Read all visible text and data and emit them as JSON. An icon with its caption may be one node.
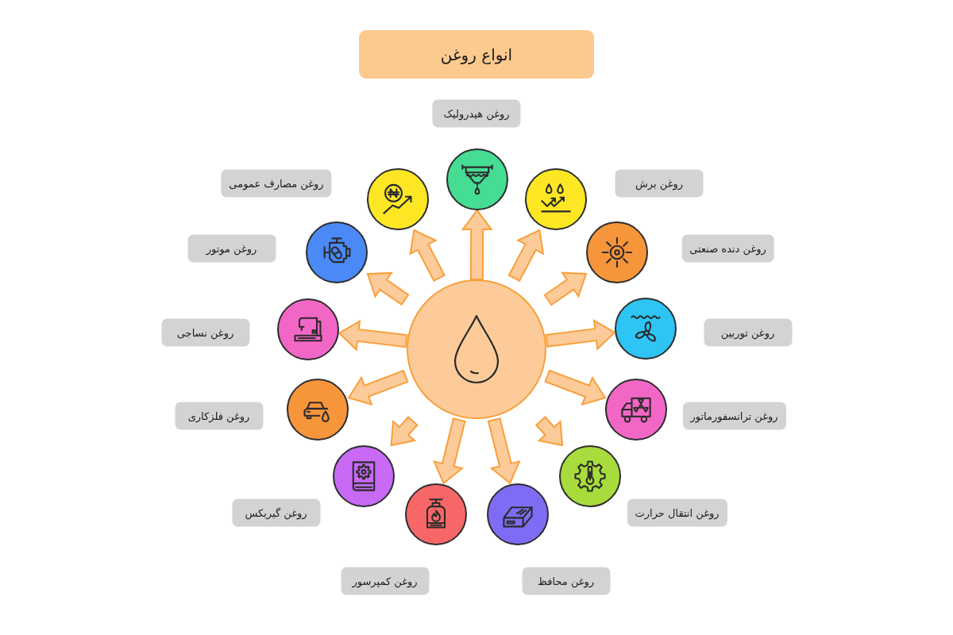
{
  "diagram": {
    "title": "انواع روغن",
    "nodes": [
      {
        "text": [],
        "shape": "circle"
      },
      {
        "text": [],
        "shape": "circle"
      },
      {
        "text": [
          "روغن هیدرولیک"
        ]
      },
      {
        "text": [],
        "shape": "circle"
      },
      {
        "text": [
          "روغن مصارف عمومی"
        ]
      },
      {
        "text": [],
        "shape": "circle"
      },
      {
        "text": [
          "روغن برش"
        ]
      },
      {
        "text": [],
        "shape": "circle"
      },
      {
        "text": [
          "روغن موتور"
        ]
      },
      {
        "text": [],
        "shape": "circle"
      },
      {
        "text": [
          "روغن دنده صنعتی"
        ]
      },
      {
        "text": [],
        "shape": "circle"
      },
      {
        "text": [
          "روغن نساجی"
        ]
      },
      {
        "text": [],
        "shape": "circle"
      },
      {
        "text": [
          "روغن توربین"
        ]
      },
      {
        "text": [],
        "shape": "circle"
      },
      {
        "text": [
          "روغن فلزکاری"
        ]
      },
      {
        "text": [],
        "shape": "circle"
      },
      {
        "text": [
          "روغن ترانسفورماتور"
        ]
      },
      {
        "text": [],
        "shape": "circle"
      },
      {
        "text": [
          "روغن گیربکس"
        ]
      },
      {
        "text": [],
        "shape": "circle"
      },
      {
        "text": [
          "روغن انتقال حرارت"
        ]
      },
      {
        "text": [],
        "shape": "circle"
      },
      {
        "text": [
          "روغن کمپرسور"
        ]
      },
      {
        "text": [],
        "shape": "circle"
      },
      {
        "text": [
          "روغن محافظ"
        ]
      }
    ],
    "edges": [
      {
        "from": 0,
        "to": 1,
        "arrow": "to"
      },
      {
        "from": 0,
        "to": 3,
        "arrow": "to"
      },
      {
        "from": 0,
        "to": 5,
        "arrow": "to"
      },
      {
        "from": 0,
        "to": 7,
        "arrow": "to"
      },
      {
        "from": 0,
        "to": 9,
        "arrow": "to"
      },
      {
        "from": 0,
        "to": 11,
        "arrow": "to"
      },
      {
        "from": 0,
        "to": 13,
        "arrow": "to"
      },
      {
        "from": 0,
        "to": 15,
        "arrow": "to"
      },
      {
        "from": 0,
        "to": 17,
        "arrow": "to"
      },
      {
        "from": 0,
        "to": 19,
        "arrow": "to"
      },
      {
        "from": 0,
        "to": 21,
        "arrow": "to"
      },
      {
        "from": 0,
        "to": 23,
        "arrow": "to"
      },
      {
        "from": 0,
        "to": 25,
        "arrow": "to"
      }
    ]
  }
}
